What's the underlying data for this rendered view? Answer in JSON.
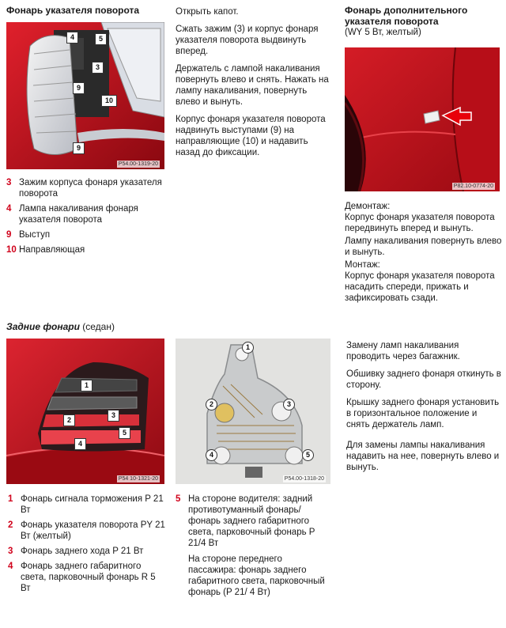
{
  "front": {
    "title": "Фонарь указателя поворота",
    "photo_code": "P54.00-1319-20",
    "callouts": [
      "4",
      "5",
      "3",
      "9",
      "10",
      "9"
    ],
    "legend": [
      {
        "num": "3",
        "text": "Зажим корпуса фонаря указателя поворота"
      },
      {
        "num": "4",
        "text": "Лампа накаливания фонаря указателя поворота"
      },
      {
        "num": "9",
        "text": "Выступ"
      },
      {
        "num": "10",
        "text": "Направляющая"
      }
    ],
    "instructions": [
      "Открыть капот.",
      "Сжать зажим (3) и корпус фонаря указателя поворота выдвинуть вперед.",
      "Держатель с лампой накаливания повернуть влево и снять. Нажать на лампу накаливания, повернуть влево и вынуть.",
      "Корпус фонаря указателя поворота надвинуть выступами (9) на направляющие (10) и надавить назад до фиксации."
    ]
  },
  "side": {
    "title_line1": "Фонарь дополнительного",
    "title_line2": "указателя поворота",
    "subtitle": "(WY 5 Вт, желтый)",
    "photo_code": "P82.10-0774-20",
    "removal_label": "Демонтаж:",
    "removal_text": "Корпус фонаря указателя поворота передвинуть вперед и вынуть.",
    "removal_text2": "Лампу накаливания повернуть влево и вынуть.",
    "install_label": "Монтаж:",
    "install_text": "Корпус фонаря указателя поворота насадить спереди, прижать и зафиксировать сзади."
  },
  "rear": {
    "title": "Задние фонари",
    "title_suffix": "(седан)",
    "photo1_code": "P54 10-1321-20",
    "photo2_code": "P54.00-1318-20",
    "callouts1": [
      "1",
      "2",
      "3",
      "5",
      "4"
    ],
    "callouts2": [
      "1",
      "2",
      "3",
      "4",
      "5"
    ],
    "instructions": [
      "Замену ламп накаливания проводить через багажник.",
      "Обшивку заднего фонаря откинуть в сторону.",
      "Крышку заднего фонаря установить в горизонтальное положение и снять держатель ламп.",
      "Для замены лампы накаливания надавить на нее, повернуть влево и вынуть."
    ],
    "legend_left": [
      {
        "num": "1",
        "text": "Фонарь сигнала торможения P 21 Вт"
      },
      {
        "num": "2",
        "text": "Фонарь указателя поворота PY 21 Вт (желтый)"
      },
      {
        "num": "3",
        "text": "Фонарь заднего хода P 21 Вт"
      },
      {
        "num": "4",
        "text": "Фонарь заднего габаритного света, парковочный фонарь R 5 Вт"
      }
    ],
    "legend5_num": "5",
    "legend5_a": "На стороне водителя: задний противотуманный фонарь/фонарь заднего габаритного света, парковочный фонарь P 21/4 Вт",
    "legend5_b": "На стороне переднего пассажира: фонарь заднего габаритного света, парковочный фонарь (P 21/ 4 Вт)"
  }
}
